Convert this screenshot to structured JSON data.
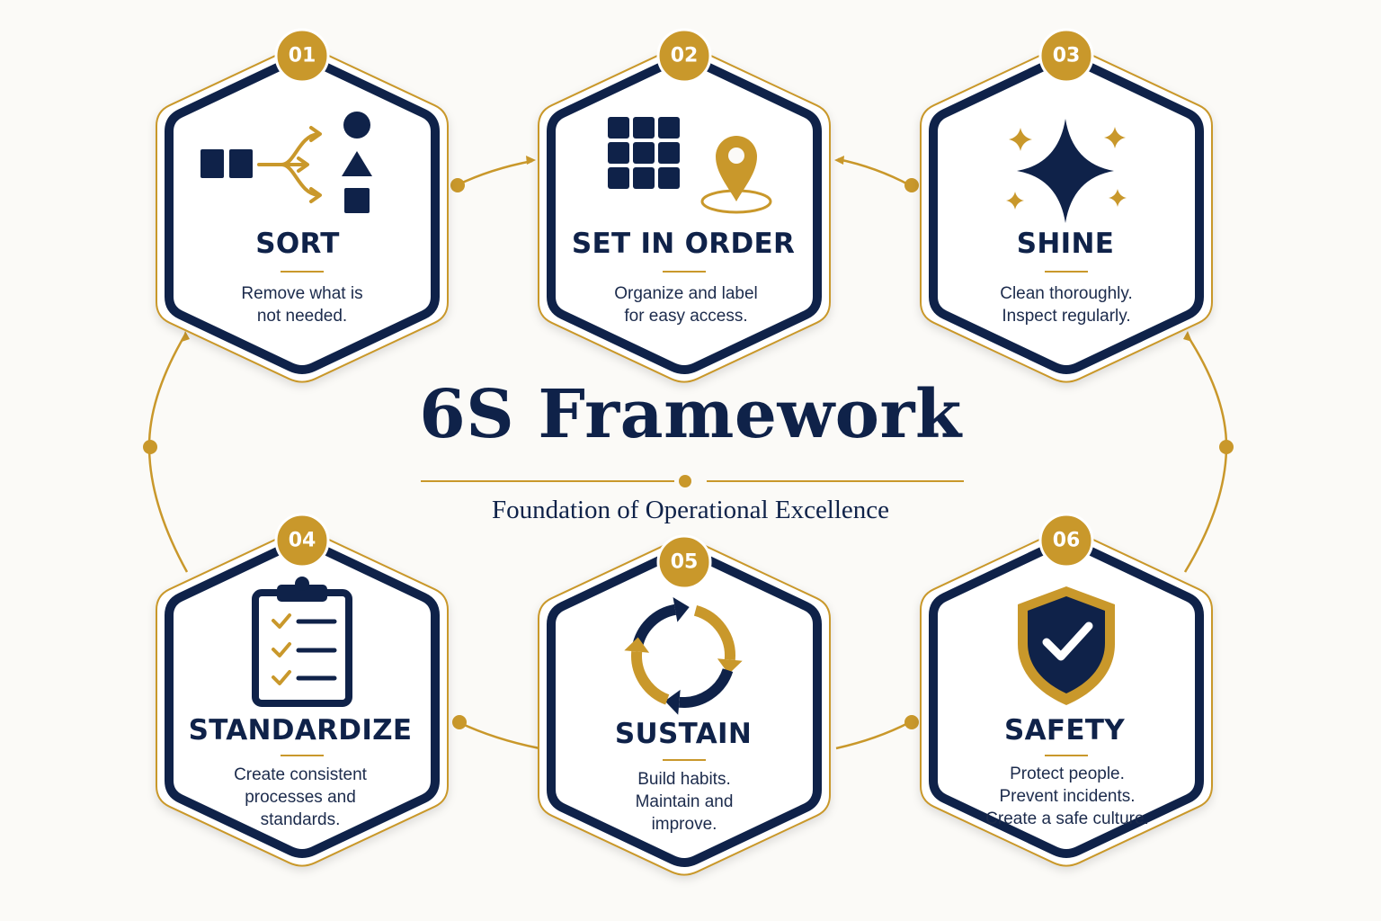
{
  "title": "6S Framework",
  "subtitle": "Foundation of Operational Excellence",
  "colors": {
    "navy": "#0f2249",
    "gold": "#c9982b",
    "background": "#fbfaf7"
  },
  "cards": [
    {
      "number": "01",
      "title": "SORT",
      "description": [
        "Remove what is",
        "not needed."
      ],
      "icon": "sort-arrows-shapes-icon"
    },
    {
      "number": "02",
      "title": "SET IN ORDER",
      "description": [
        "Organize and label",
        "for easy access."
      ],
      "icon": "grid-location-pin-icon"
    },
    {
      "number": "03",
      "title": "SHINE",
      "description": [
        "Clean thoroughly.",
        "Inspect regularly."
      ],
      "icon": "sparkle-icon"
    },
    {
      "number": "04",
      "title": "STANDARDIZE",
      "description": [
        "Create consistent",
        "processes and",
        "standards."
      ],
      "icon": "clipboard-checklist-icon"
    },
    {
      "number": "05",
      "title": "SUSTAIN",
      "description": [
        "Build habits.",
        "Maintain and",
        "improve."
      ],
      "icon": "cycle-arrows-icon"
    },
    {
      "number": "06",
      "title": "SAFETY",
      "description": [
        "Protect people.",
        "Prevent incidents.",
        "Create a safe culture."
      ],
      "icon": "shield-check-icon"
    }
  ]
}
